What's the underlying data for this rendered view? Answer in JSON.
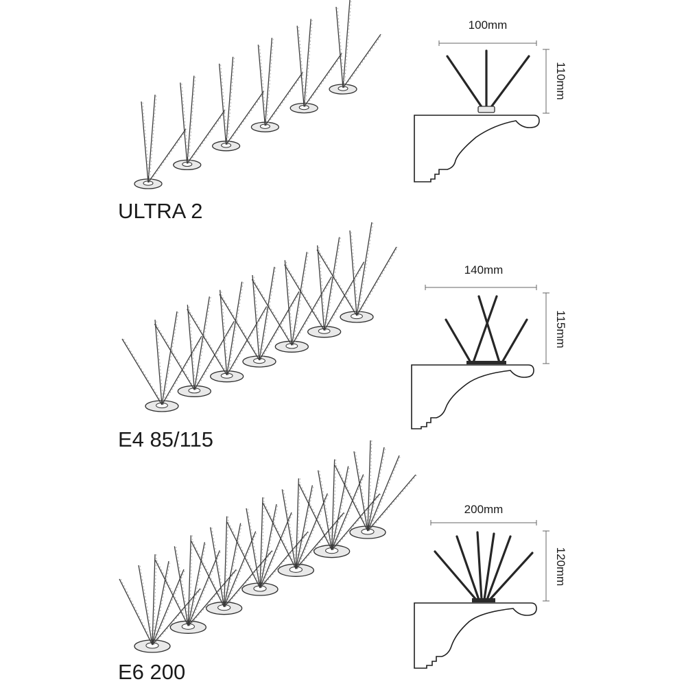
{
  "products": [
    {
      "name": "ULTRA 2",
      "width_label": "100mm",
      "height_label": "110mm",
      "spike_count_end_view": 3
    },
    {
      "name": "E4 85/115",
      "width_label": "140mm",
      "height_label": "115mm",
      "spike_count_end_view": 4
    },
    {
      "name": "E6 200",
      "width_label": "200mm",
      "height_label": "120mm",
      "spike_count_end_view": 6
    }
  ],
  "colors": {
    "line": "#2a2a2a",
    "base_fill": "#e9e9e9",
    "background": "#ffffff"
  }
}
